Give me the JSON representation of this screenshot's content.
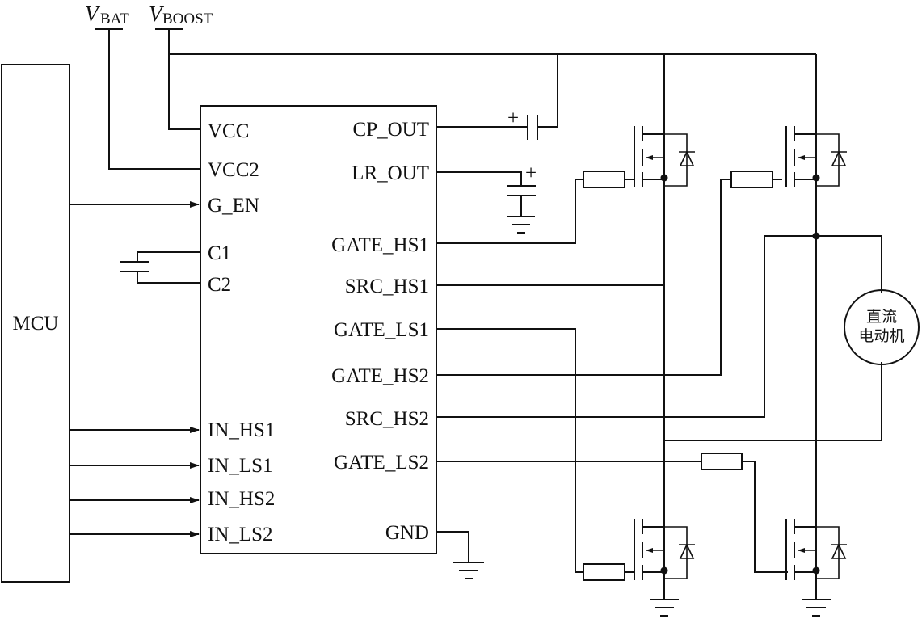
{
  "supplies": {
    "vbat": {
      "symbol": "V",
      "subscript": "BAT"
    },
    "vboost": {
      "symbol": "V",
      "subscript": "BOOST"
    }
  },
  "mcu": {
    "label": "MCU"
  },
  "driver_ic": {
    "left_pins": {
      "vcc": "VCC",
      "vcc2": "VCC2",
      "g_en": "G_EN",
      "c1": "C1",
      "c2": "C2",
      "in_hs1": "IN_HS1",
      "in_ls1": "IN_LS1",
      "in_hs2": "IN_HS2",
      "in_ls2": "IN_LS2"
    },
    "right_pins": {
      "cp_out": "CP_OUT",
      "lr_out": "LR_OUT",
      "gate_hs1": "GATE_HS1",
      "src_hs1": "SRC_HS1",
      "gate_ls1": "GATE_LS1",
      "gate_hs2": "GATE_HS2",
      "src_hs2": "SRC_HS2",
      "gate_ls2": "GATE_LS2",
      "gnd": "GND"
    }
  },
  "capacitor_polarity": "+",
  "motor": {
    "line1": "直流",
    "line2": "电动机"
  }
}
